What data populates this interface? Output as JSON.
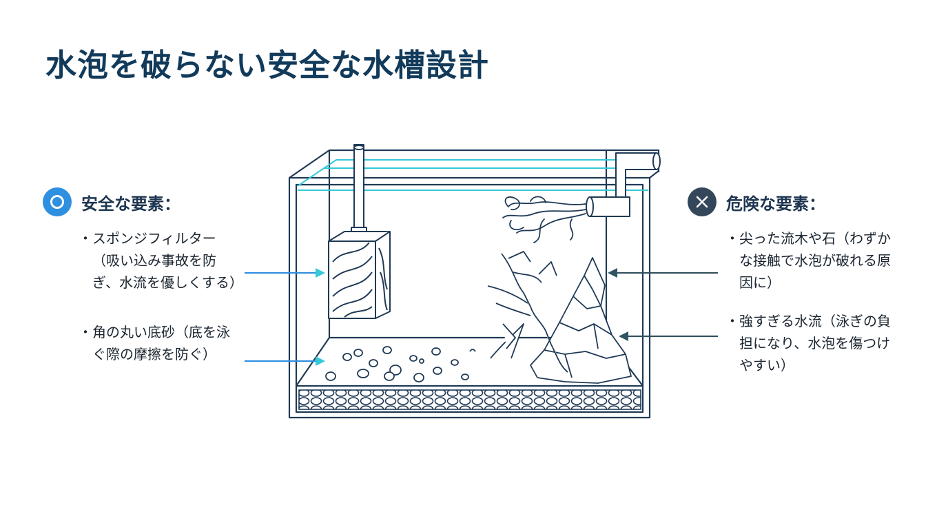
{
  "title": "水泡を破らない安全な水槽設計",
  "safe": {
    "heading": "安全な要素：",
    "icon": "circle-icon",
    "color": "#2f8fe0",
    "items": [
      {
        "bullet": "・",
        "text": "スポンジフィルター（吸い込み事故を防ぎ、水流を優しくする）"
      },
      {
        "bullet": "・",
        "text": "角の丸い底砂（底を泳ぐ際の摩擦を防ぐ）"
      }
    ]
  },
  "danger": {
    "heading": "危険な要素：",
    "icon": "x-icon",
    "color": "#34465a",
    "items": [
      {
        "bullet": "・",
        "text": "尖った流木や石（わずかな接触で水泡が破れる原因に）"
      },
      {
        "bullet": "・",
        "text": "強すぎる水流（泳ぎの負担になり、水泡を傷つけやすい）"
      }
    ]
  },
  "colors": {
    "title": "#123a5a",
    "tank_outline": "#1f3a56",
    "water_line": "#35c9d8",
    "safe_arrow": "#2f8fe0",
    "danger_arrow": "#34505e"
  }
}
